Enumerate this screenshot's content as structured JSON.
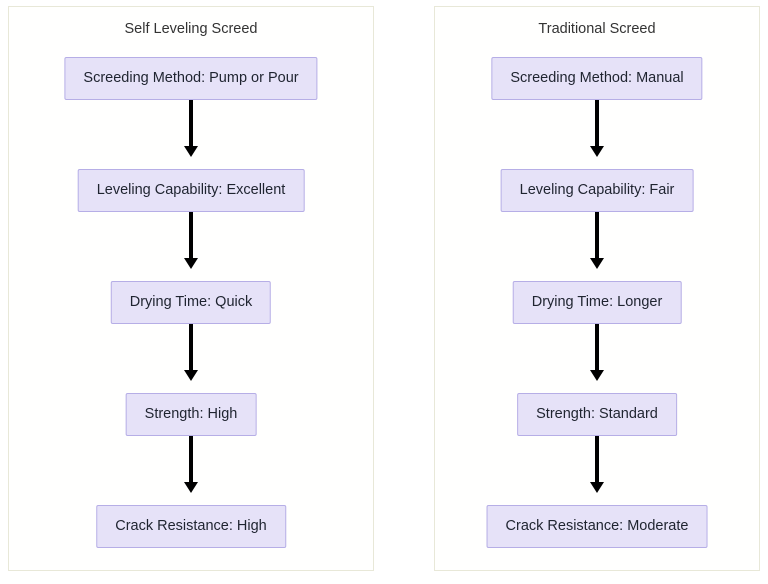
{
  "diagram": {
    "type": "flowchart",
    "panels": [
      {
        "id": "self-leveling-screed",
        "title": "Self Leveling Screed",
        "nodes": [
          {
            "label": "Screeding Method: Pump or Pour"
          },
          {
            "label": "Leveling Capability: Excellent"
          },
          {
            "label": "Drying Time: Quick"
          },
          {
            "label": "Strength: High"
          },
          {
            "label": "Crack Resistance: High"
          }
        ]
      },
      {
        "id": "traditional-screed",
        "title": "Traditional Screed",
        "nodes": [
          {
            "label": "Screeding Method: Manual"
          },
          {
            "label": "Leveling Capability: Fair"
          },
          {
            "label": "Drying Time: Longer"
          },
          {
            "label": "Strength: Standard"
          },
          {
            "label": "Crack Resistance: Moderate"
          }
        ]
      }
    ],
    "colors": {
      "node_fill": "#e6e2f8",
      "node_border": "#b6aee6",
      "panel_border": "#e8e8d8",
      "arrow": "#000000",
      "text": "#1f2430",
      "background": "#ffffff"
    }
  }
}
